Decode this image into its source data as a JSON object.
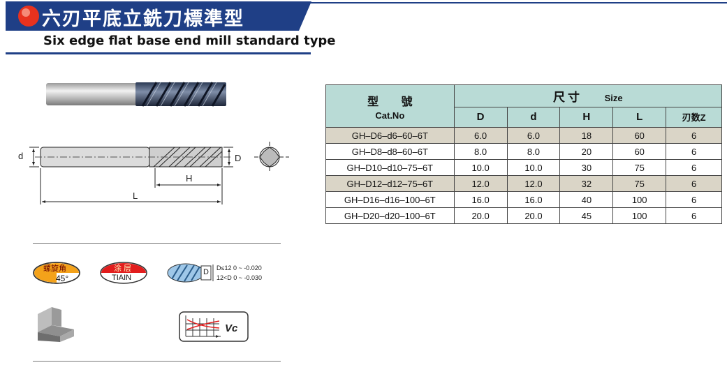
{
  "header": {
    "title_cn": "六刃平底立銑刀標準型",
    "title_en": "Six edge flat base end mill standard type"
  },
  "drawing": {
    "label_d": "d",
    "label_D": "D",
    "label_H": "H",
    "label_L": "L"
  },
  "icons": {
    "helix_label": "螺旋角",
    "helix_value": "45°",
    "coating_label": "涂 层",
    "coating_value": "TIAIN",
    "tolerance_mark": "D",
    "tolerance_line1": "D≤12   0 ~ -0.020",
    "tolerance_line2": "12<D   0 ~ -0.030",
    "vc_label": "Vc"
  },
  "table": {
    "cat_cn": "型 號",
    "cat_en": "Cat.No",
    "size_cn": "尺寸",
    "size_en": "Size",
    "columns": [
      "D",
      "d",
      "H",
      "L",
      "刃数Z"
    ],
    "rows": [
      {
        "cat": "GH–D6–d6–60–6T",
        "D": "6.0",
        "d": "6.0",
        "H": "18",
        "L": "60",
        "Z": "6"
      },
      {
        "cat": "GH–D8–d8–60–6T",
        "D": "8.0",
        "d": "8.0",
        "H": "20",
        "L": "60",
        "Z": "6"
      },
      {
        "cat": "GH–D10–d10–75–6T",
        "D": "10.0",
        "d": "10.0",
        "H": "30",
        "L": "75",
        "Z": "6"
      },
      {
        "cat": "GH–D12–d12–75–6T",
        "D": "12.0",
        "d": "12.0",
        "H": "32",
        "L": "75",
        "Z": "6"
      },
      {
        "cat": "GH–D16–d16–100–6T",
        "D": "16.0",
        "d": "16.0",
        "H": "40",
        "L": "100",
        "Z": "6"
      },
      {
        "cat": "GH–D20–d20–100–6T",
        "D": "20.0",
        "d": "20.0",
        "H": "45",
        "L": "100",
        "Z": "6"
      }
    ]
  },
  "colors": {
    "banner_blue": "#1f3f86",
    "header_teal": "#b9dbd6",
    "row_shade": "#dad5c7",
    "badge_red": "#e21d1d",
    "badge_orange": "#f4a21a"
  }
}
